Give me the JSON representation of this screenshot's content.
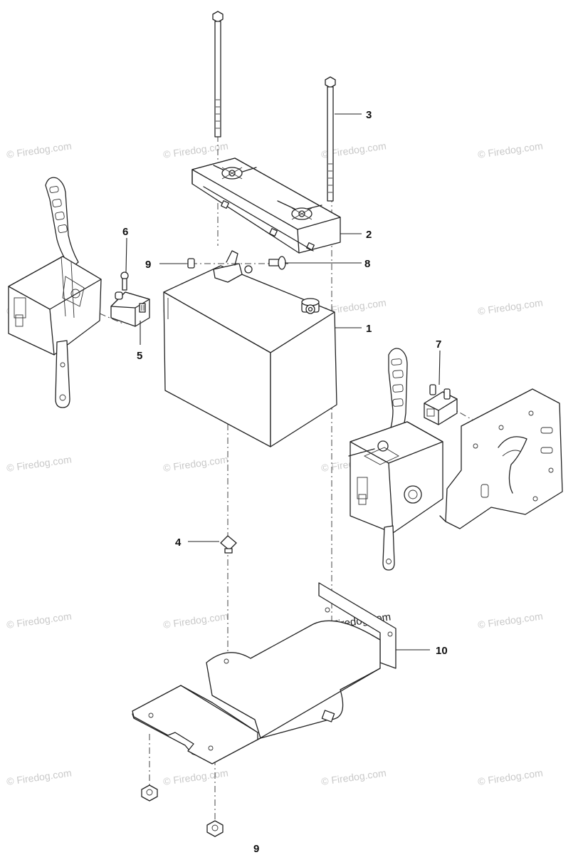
{
  "watermark": "© Firedog.com",
  "callouts": [
    {
      "id": "3",
      "label": "3"
    },
    {
      "id": "2",
      "label": "2"
    },
    {
      "id": "6",
      "label": "6"
    },
    {
      "id": "9",
      "label": "9"
    },
    {
      "id": "8",
      "label": "8"
    },
    {
      "id": "1",
      "label": "1"
    },
    {
      "id": "5",
      "label": "5"
    },
    {
      "id": "7",
      "label": "7"
    },
    {
      "id": "4",
      "label": "4"
    },
    {
      "id": "10",
      "label": "10"
    },
    {
      "id": "9b",
      "label": "9"
    }
  ]
}
